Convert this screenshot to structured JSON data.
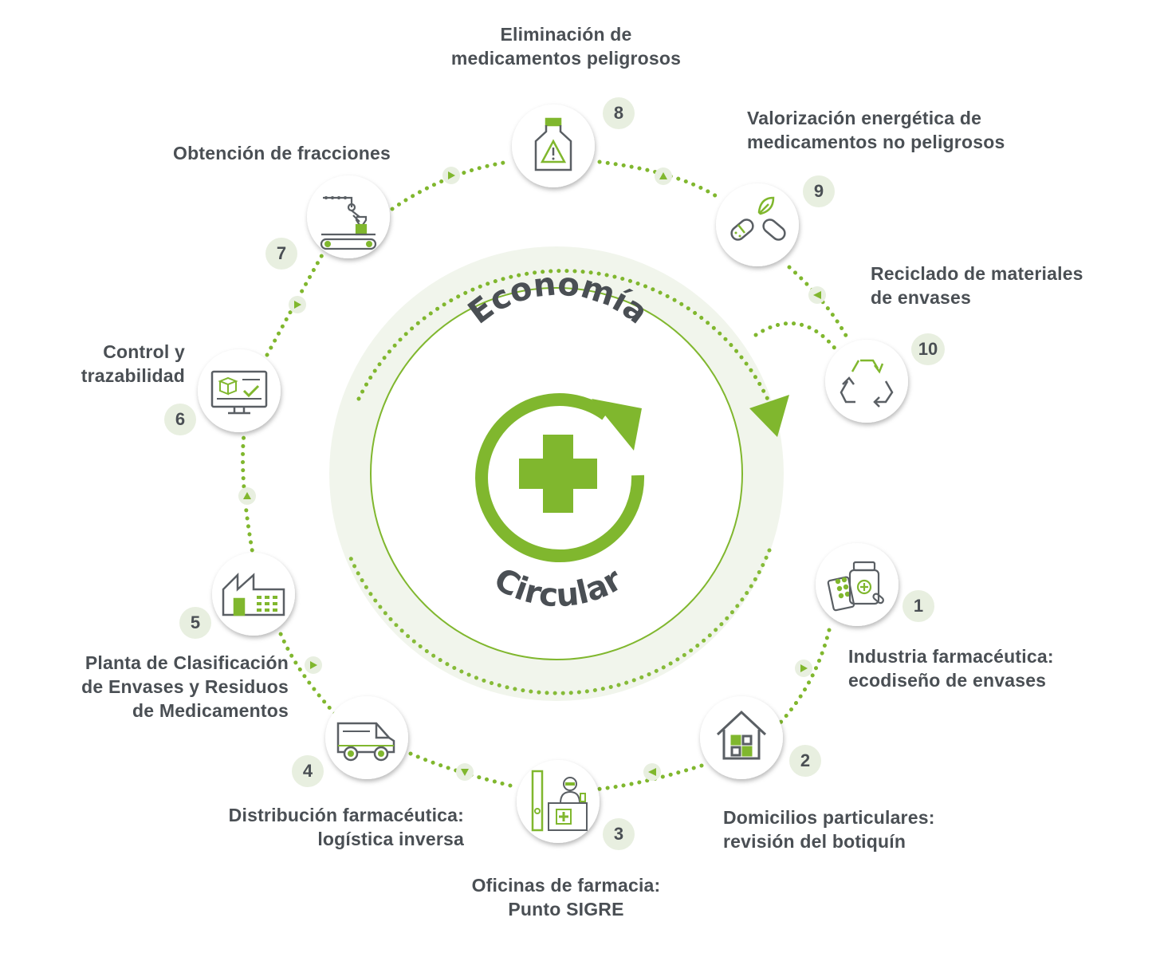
{
  "center": {
    "top_word": "Economía",
    "bottom_word": "Circular"
  },
  "colors": {
    "green": "#80b72e",
    "text": "#4a4f54",
    "badge": "#e8efe0",
    "ring": "#f1f5ec"
  },
  "steps": [
    {
      "number": "1",
      "lines": [
        "Industria farmacéutica:",
        "ecodiseño de envases"
      ],
      "icon": "medicine-bottle-blister-icon"
    },
    {
      "number": "2",
      "lines": [
        "Domicilios particulares:",
        "revisión del botiquín"
      ],
      "icon": "house-icon"
    },
    {
      "number": "3",
      "lines": [
        "Oficinas de farmacia:",
        "Punto SIGRE"
      ],
      "icon": "pharmacy-counter-icon"
    },
    {
      "number": "4",
      "lines": [
        "Distribución farmacéutica:",
        "logística inversa"
      ],
      "icon": "delivery-van-icon"
    },
    {
      "number": "5",
      "lines": [
        "Planta de Clasificación",
        "de Envases y Residuos",
        "de Medicamentos"
      ],
      "icon": "factory-icon"
    },
    {
      "number": "6",
      "lines": [
        "Control y",
        "trazabilidad"
      ],
      "icon": "monitor-icon"
    },
    {
      "number": "7",
      "lines": [
        "Obtención de fracciones"
      ],
      "icon": "conveyor-robot-icon"
    },
    {
      "number": "8",
      "lines": [
        "Eliminación de",
        "medicamentos peligrosos"
      ],
      "icon": "hazard-bottle-icon"
    },
    {
      "number": "9",
      "lines": [
        "Valorización energética de",
        "medicamentos no peligrosos"
      ],
      "icon": "capsule-leaf-icon"
    },
    {
      "number": "10",
      "lines": [
        "Reciclado de materiales",
        "de envases"
      ],
      "icon": "recycle-icon"
    }
  ]
}
